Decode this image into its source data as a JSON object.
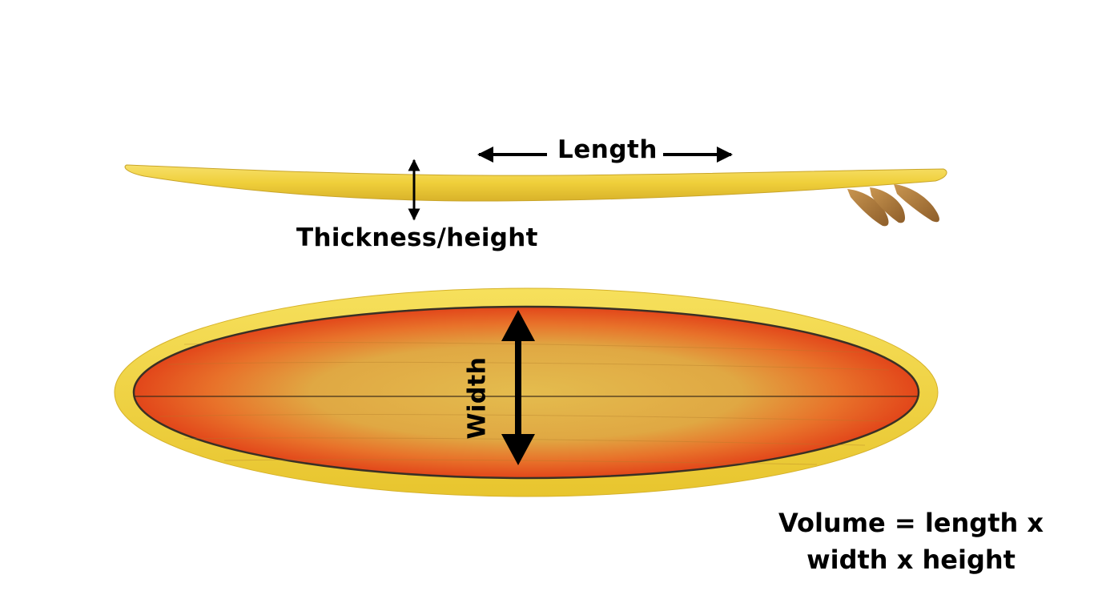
{
  "labels": {
    "length": "Length",
    "thickness": "Thickness/height",
    "width": "Width"
  },
  "formula": {
    "line1": "Volume = length x",
    "line2": "width x height"
  },
  "colors": {
    "rail_yellow": "#F2D43C",
    "deck_orange": "#E8531A",
    "wood_center": "#E2B548",
    "fin_wood": "#B07A3A",
    "arrow": "#000000"
  },
  "icons": [
    "length-arrow-icon",
    "thickness-arrow-icon",
    "width-arrow-icon"
  ]
}
